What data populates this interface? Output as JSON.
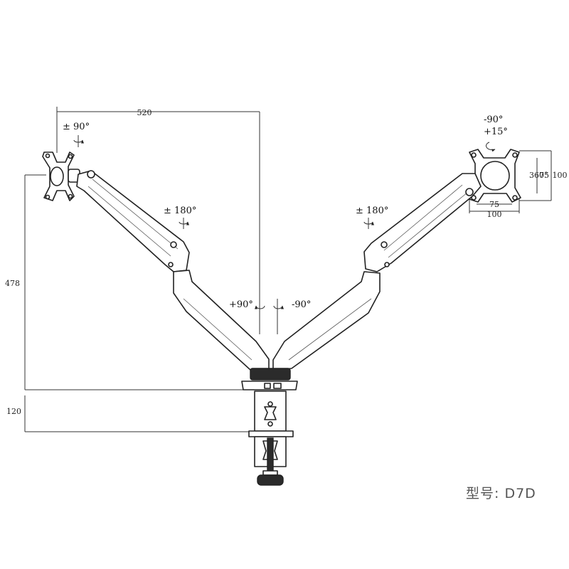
{
  "dimensions": {
    "overall_width": "520",
    "height_total": "478",
    "clamp_height": "120",
    "vesa_small": "75",
    "vesa_large": "100",
    "vesa_small_v": "75",
    "vesa_large_v": "100",
    "rotation_screen": "360°"
  },
  "rotations": {
    "left_tilt": "± 90°",
    "left_elbow": "± 180°",
    "right_elbow": "± 180°",
    "base_left": "+90°",
    "base_right": "-90°",
    "right_tilt_a": "-90°",
    "right_tilt_b": "+15°"
  },
  "model": {
    "label": "型号: D7D"
  }
}
